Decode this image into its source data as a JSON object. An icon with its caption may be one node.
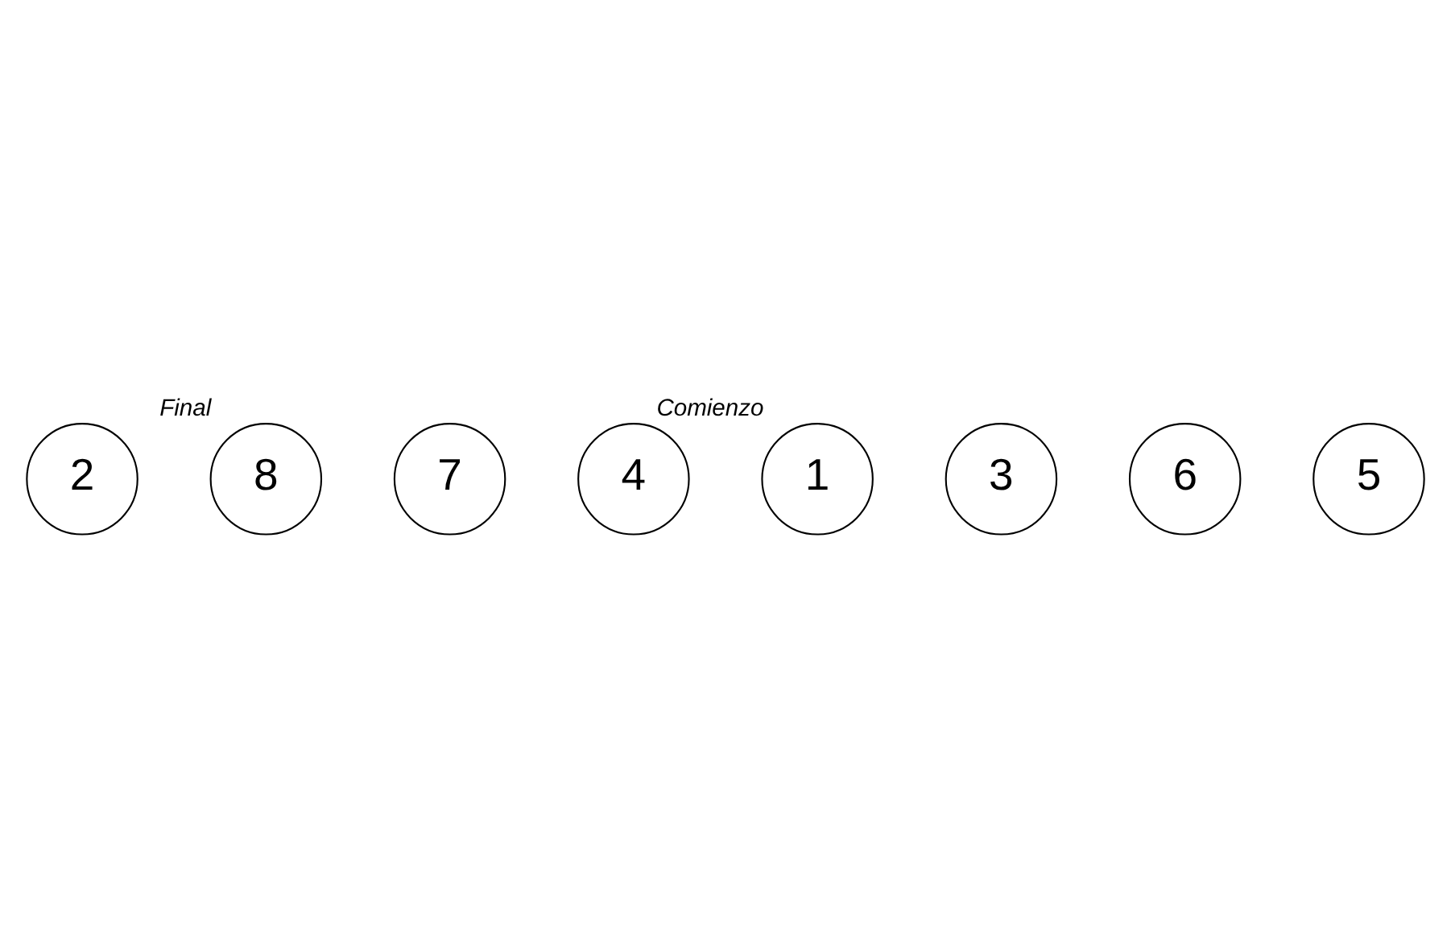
{
  "diagram": {
    "nodes": [
      {
        "text": [
          "2"
        ]
      },
      {
        "text": [
          "8"
        ],
        "beside": [
          "Final"
        ]
      },
      {
        "text": [
          "7"
        ]
      },
      {
        "text": [
          "4"
        ]
      },
      {
        "text": [
          "1"
        ],
        "beside": [
          "Comienzo"
        ]
      },
      {
        "text": [
          "3"
        ]
      },
      {
        "text": [
          "6"
        ]
      },
      {
        "text": [
          "5"
        ]
      }
    ],
    "edges": []
  }
}
